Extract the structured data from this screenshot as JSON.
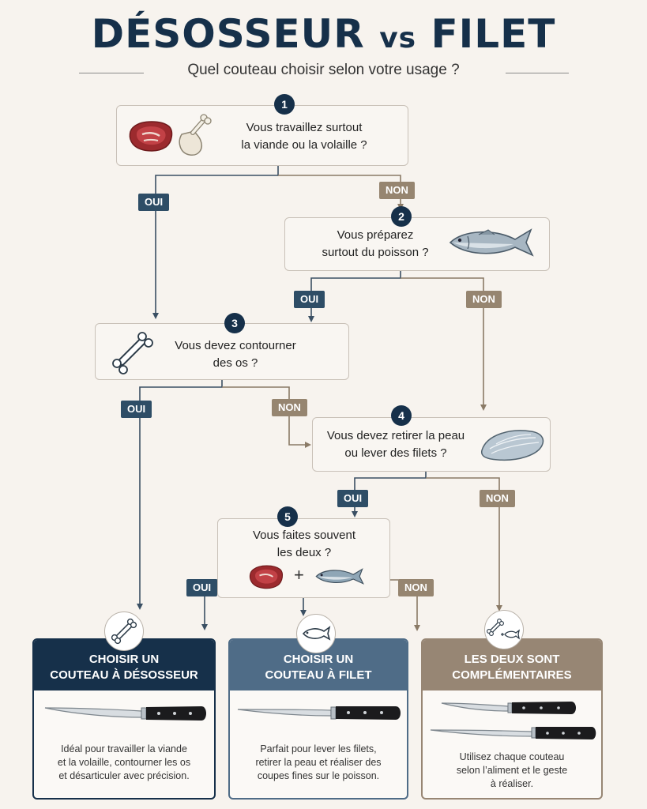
{
  "title": {
    "left": "DÉSOSSEUR",
    "vs": "vs",
    "right": "FILET"
  },
  "subtitle": "Quel couteau choisir selon votre usage ?",
  "questions": [
    {
      "number": "1",
      "line1": "Vous travaillez surtout",
      "line2": "la viande ou la volaille ?"
    },
    {
      "number": "2",
      "line1": "Vous préparez",
      "line2": "surtout du poisson ?"
    },
    {
      "number": "3",
      "line1": "Vous devez contourner",
      "line2": "des os ?"
    },
    {
      "number": "4",
      "line1": "Vous devez retirer la peau",
      "line2": "ou lever des filets ?"
    },
    {
      "number": "5",
      "line1": "Vous faites souvent",
      "line2": "les deux ?"
    }
  ],
  "labels": {
    "yes": "OUI",
    "no": "NON",
    "plus": "+"
  },
  "results": [
    {
      "title_line1": "CHOISIR UN",
      "title_line2": "COUTEAU À DÉSOSSEUR",
      "desc_line1": "Idéal pour travailler la viande",
      "desc_line2": "et la volaille, contourner les os",
      "desc_line3": "et désarticuler avec précision."
    },
    {
      "title_line1": "CHOISIR UN",
      "title_line2": "COUTEAU À FILET",
      "desc_line1": "Parfait pour lever les filets,",
      "desc_line2": "retirer la peau et réaliser des",
      "desc_line3": "coupes fines sur le poisson."
    },
    {
      "title_line1": "LES DEUX SONT",
      "title_line2": "COMPLÉMENTAIRES",
      "desc_line1": "Utilisez chaque couteau",
      "desc_line2": "selon l’aliment et le geste",
      "desc_line3": "à réaliser."
    }
  ],
  "icons": [
    "steak-icon",
    "chicken-leg-icon",
    "fish-icon",
    "bone-icon",
    "fish-fillet-icon",
    "boning-knife-icon",
    "fillet-knife-icon"
  ],
  "colors": {
    "navy": "#16304a",
    "yes": "#2e4d66",
    "no": "#968570",
    "fillet_head": "#4f6c87",
    "both_head": "#978674"
  }
}
